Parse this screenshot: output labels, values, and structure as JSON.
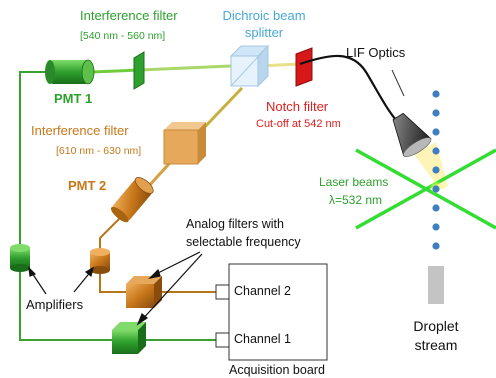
{
  "labels": {
    "interference_filter_1": "Interference filter",
    "interference_filter_1_range": "[540 nm - 560 nm]",
    "dichroic_line1": "Dichroic beam",
    "dichroic_line2": "splitter",
    "lif_optics": "LIF Optics",
    "pmt1": "PMT 1",
    "notch_filter": "Notch filter",
    "notch_cutoff": "Cut-off at 542 nm",
    "interference_filter_2": "Interference filter",
    "interference_filter_2_range": "[610 nm - 630 nm]",
    "pmt2": "PMT 2",
    "laser_beams": "Laser beams",
    "laser_wavelength": "λ=532 nm",
    "analog_filters_line1": "Analog filters with",
    "analog_filters_line2": "selectable frequency",
    "channel2": "Channel 2",
    "channel1": "Channel 1",
    "amplifiers": "Amplifiers",
    "acquisition_board": "Acquisition board",
    "droplet_line1": "Droplet",
    "droplet_line2": "stream"
  },
  "colors": {
    "green_path": "#3aa02e",
    "green_component": "#2ea02e",
    "orange_path": "#b5761c",
    "orange_component": "#c8781a",
    "text_green": "#2ea02e",
    "text_cyan": "#4aa8d8",
    "text_red": "#e02020",
    "text_orange": "#c8781a",
    "laser": "#33dd33",
    "droplet": "#3f7fc0",
    "notch": "#d81818"
  }
}
